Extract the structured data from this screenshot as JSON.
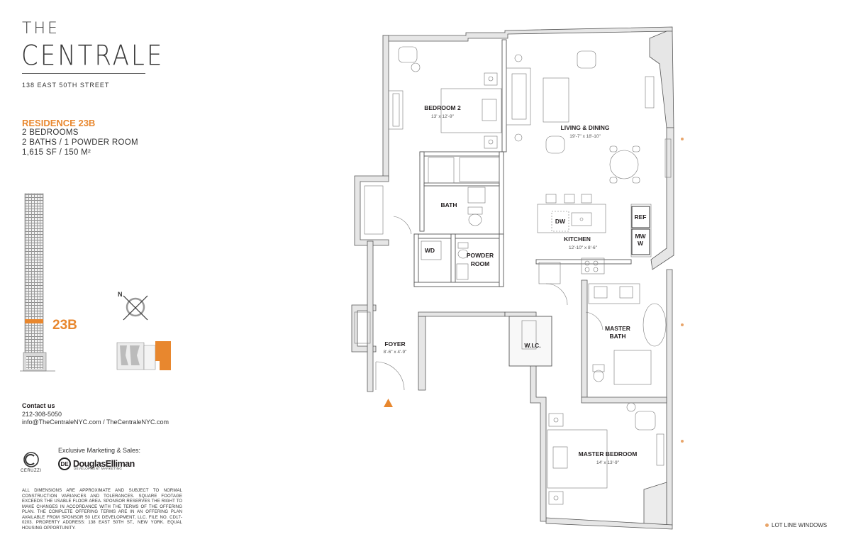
{
  "brand": {
    "top": "THE",
    "name": "CENTRALE",
    "address": "138 EAST 50TH STREET"
  },
  "residence": {
    "name": "RESIDENCE 23B",
    "bedrooms": "2 BEDROOMS",
    "baths": "2 BATHS / 1 POWDER ROOM",
    "area": "1,615 SF / 150 M²",
    "floor_tag": "23B"
  },
  "compass": {
    "north_label": "N"
  },
  "contact": {
    "heading": "Contact us",
    "phone": "212-308-5050",
    "links": "info@TheCentraleNYC.com / TheCentraleNYC.com"
  },
  "marketing": {
    "label": "Exclusive Marketing & Sales:",
    "ceruzzi": "CERUZZI",
    "elliman_mark": "DE",
    "elliman_name": "DouglasElliman",
    "elliman_sub": "DEVELOPMENT MARKETING"
  },
  "disclaimer": "ALL DIMENSIONS ARE APPROXIMATE AND SUBJECT TO NORMAL CONSTRUCTION VARIANCES AND TOLERANCES. SQUARE FOOTAGE EXCEEDS THE USABLE FLOOR AREA. SPONSOR RESERVES THE RIGHT TO MAKE CHANGES IN ACCORDANCE WITH THE TERMS OF THE OFFERING PLAN. THE COMPLETE OFFERING TERMS ARE IN AN OFFERING PLAN AVAILABLE FROM SPONSOR 50 LEX DEVELOPMENT, LLC. FILE NO. CD17-0203. PROPERTY ADDRESS: 138 EAST 50TH ST., NEW YORK. EQUAL HOUSING OPPORTUNITY.",
  "legend": {
    "lot_line": "LOT LINE WINDOWS"
  },
  "rooms": {
    "bedroom2": {
      "name": "BEDROOM 2",
      "dim": "13' x 12'-9\""
    },
    "living": {
      "name": "LIVING & DINING",
      "dim": "19'-7\" x 18'-10\""
    },
    "bath": {
      "name": "BATH"
    },
    "kitchen": {
      "name": "KITCHEN",
      "dim": "12'-10\" x 8'-6\""
    },
    "powder": {
      "line1": "POWDER",
      "line2": "ROOM"
    },
    "wd": "WD",
    "dw": "DW",
    "ref": "REF",
    "mw1": "MW",
    "mw2": "W",
    "foyer": {
      "name": "FOYER",
      "dim": "8'-6\" x 4'-9\""
    },
    "wic": "W.I.C.",
    "master_bath": {
      "line1": "MASTER",
      "line2": "BATH"
    },
    "master_bedroom": {
      "name": "MASTER BEDROOM",
      "dim": "14' x 13'-9\""
    }
  },
  "colors": {
    "accent": "#e8872e",
    "wall": "#e6e6e6",
    "line": "#555555"
  }
}
